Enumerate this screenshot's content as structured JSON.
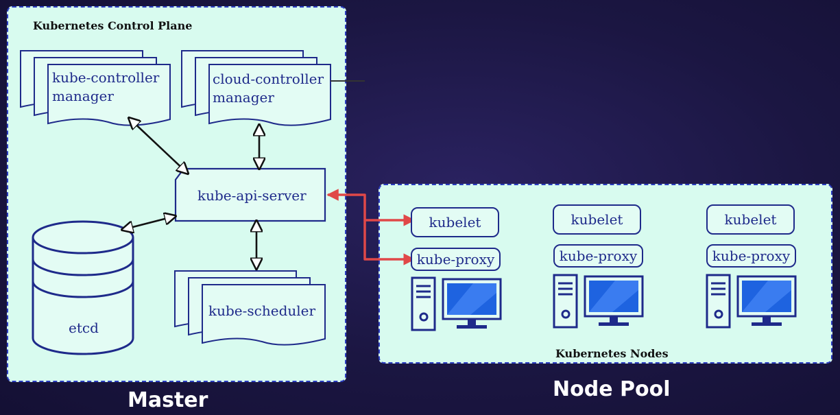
{
  "control_plane": {
    "title": "Kubernetes Control Plane",
    "kube_controller_manager": "kube-controller\nmanager",
    "cloud_controller_manager": "cloud-controller\nmanager",
    "kube_api_server": "kube-api-server",
    "etcd": "etcd",
    "kube_scheduler": "kube-scheduler"
  },
  "nodes": {
    "title": "Kubernetes Nodes",
    "items": [
      {
        "kubelet": "kubelet",
        "kube_proxy": "kube-proxy"
      },
      {
        "kubelet": "kubelet",
        "kube_proxy": "kube-proxy"
      },
      {
        "kubelet": "kubelet",
        "kube_proxy": "kube-proxy"
      }
    ]
  },
  "labels": {
    "master": "Master",
    "node_pool": "Node Pool"
  },
  "colors": {
    "panel_bg": "#d8fbef",
    "panel_border": "#2a3cc0",
    "box_stroke": "#1e2a8a",
    "arrow_black": "#111111",
    "arrow_red": "#e04848",
    "screen_blue": "#1e63e0",
    "background": "#1b1642"
  }
}
